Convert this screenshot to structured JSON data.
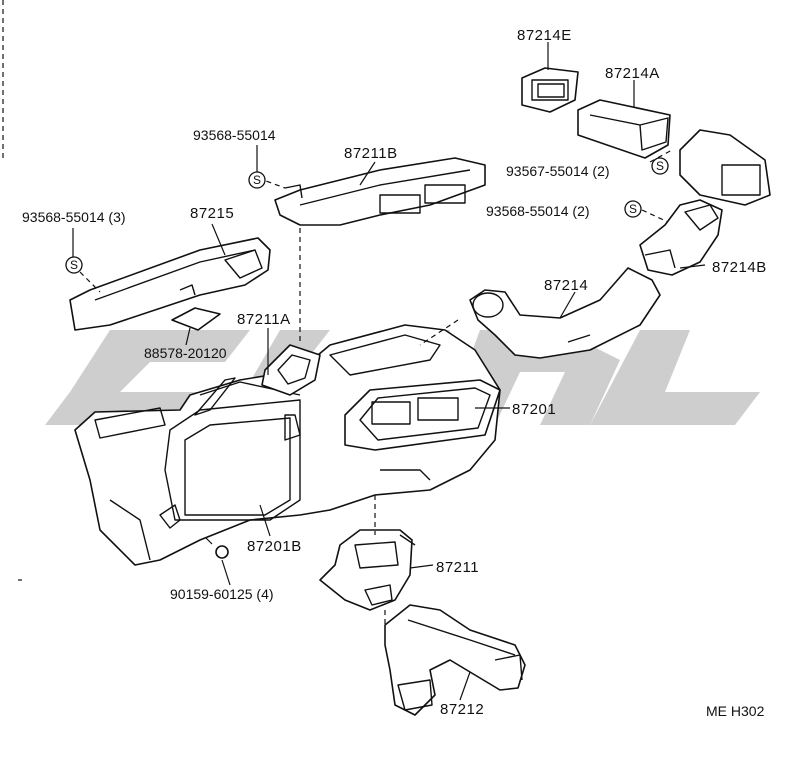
{
  "diagram": {
    "parts": {
      "p87214E": "87214E",
      "p87214A": "87214A",
      "p93568_top": "93568-55014",
      "p87211B": "87211B",
      "p93567": "93567-55014 (2)",
      "p93568_mid": "93568-55014 (2)",
      "p93568_left": "93568-55014 (3)",
      "p87215": "87215",
      "p87214B": "87214B",
      "p87214": "87214",
      "p87211A": "87211A",
      "p88578": "88578-20120",
      "p87201": "87201",
      "p87201B": "87201B",
      "p87211": "87211",
      "p90159": "90159-60125 (4)",
      "p87212": "87212"
    },
    "symbol_letter": "S",
    "page_code": "ME H302"
  },
  "colors": {
    "ink": "#111111",
    "watermark": "#c6c6c6",
    "background": "#ffffff"
  }
}
